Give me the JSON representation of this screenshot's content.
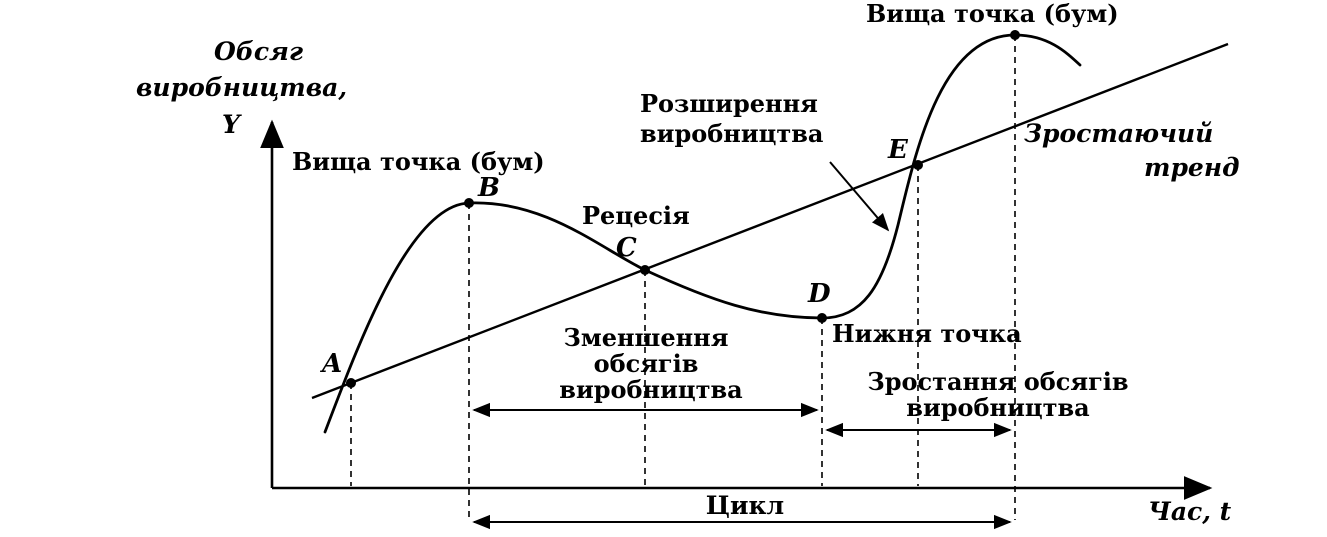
{
  "axis": {
    "y_label_line1": "Обсяг",
    "y_label_line2": "виробництва,",
    "y_symbol": "Y",
    "x_label": "Час, t"
  },
  "points": {
    "a": "A",
    "b": "B",
    "c": "C",
    "d": "D",
    "e": "E"
  },
  "labels": {
    "peak_b": "Вища точка (бум)",
    "peak_top": "Вища точка (бум)",
    "recession": "Рецесія",
    "trough": "Нижня точка",
    "expansion_line1": "Розширення",
    "expansion_line2": "виробництва",
    "trend_line1": "Зростаючий",
    "trend_line2": "тренд",
    "decline_line1": "Зменшення",
    "decline_line2": "обсягів",
    "decline_line3": "виробництва",
    "growth_line1": "Зростання обсягів",
    "growth_line2": "виробництва",
    "cycle": "Цикл"
  }
}
